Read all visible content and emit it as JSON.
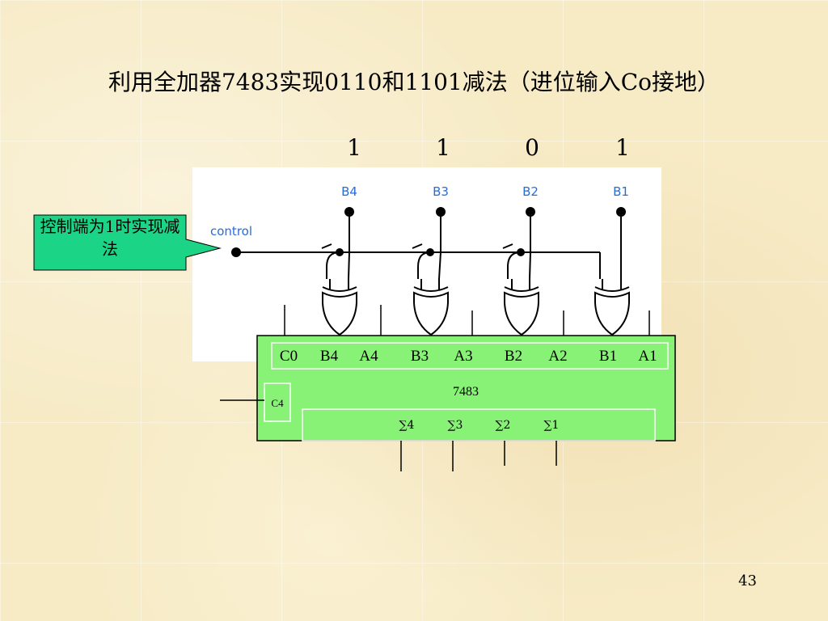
{
  "slide": {
    "title": "利用全加器7483实现0110和1101减法（进位输入Co接地）",
    "top_bits": [
      "1",
      "1",
      "0",
      "1"
    ],
    "callout": "控制端为1时实现减法",
    "page_number": "43"
  },
  "circuit": {
    "b_labels": [
      "B4",
      "B3",
      "B2",
      "B1"
    ],
    "control_label": "control",
    "chip_name": "7483",
    "input_pins": [
      "C0",
      "B4",
      "A4",
      "B3",
      "A3",
      "B2",
      "A2",
      "B1",
      "A1"
    ],
    "carry_out": "C4",
    "sum_pins": [
      "∑4",
      "∑3",
      "∑2",
      "∑1"
    ]
  },
  "colors": {
    "callout_fill": "#1bd486",
    "chip_fill": "#88f276",
    "wire": "#000000",
    "schematic_label": "#2a6bd9"
  }
}
